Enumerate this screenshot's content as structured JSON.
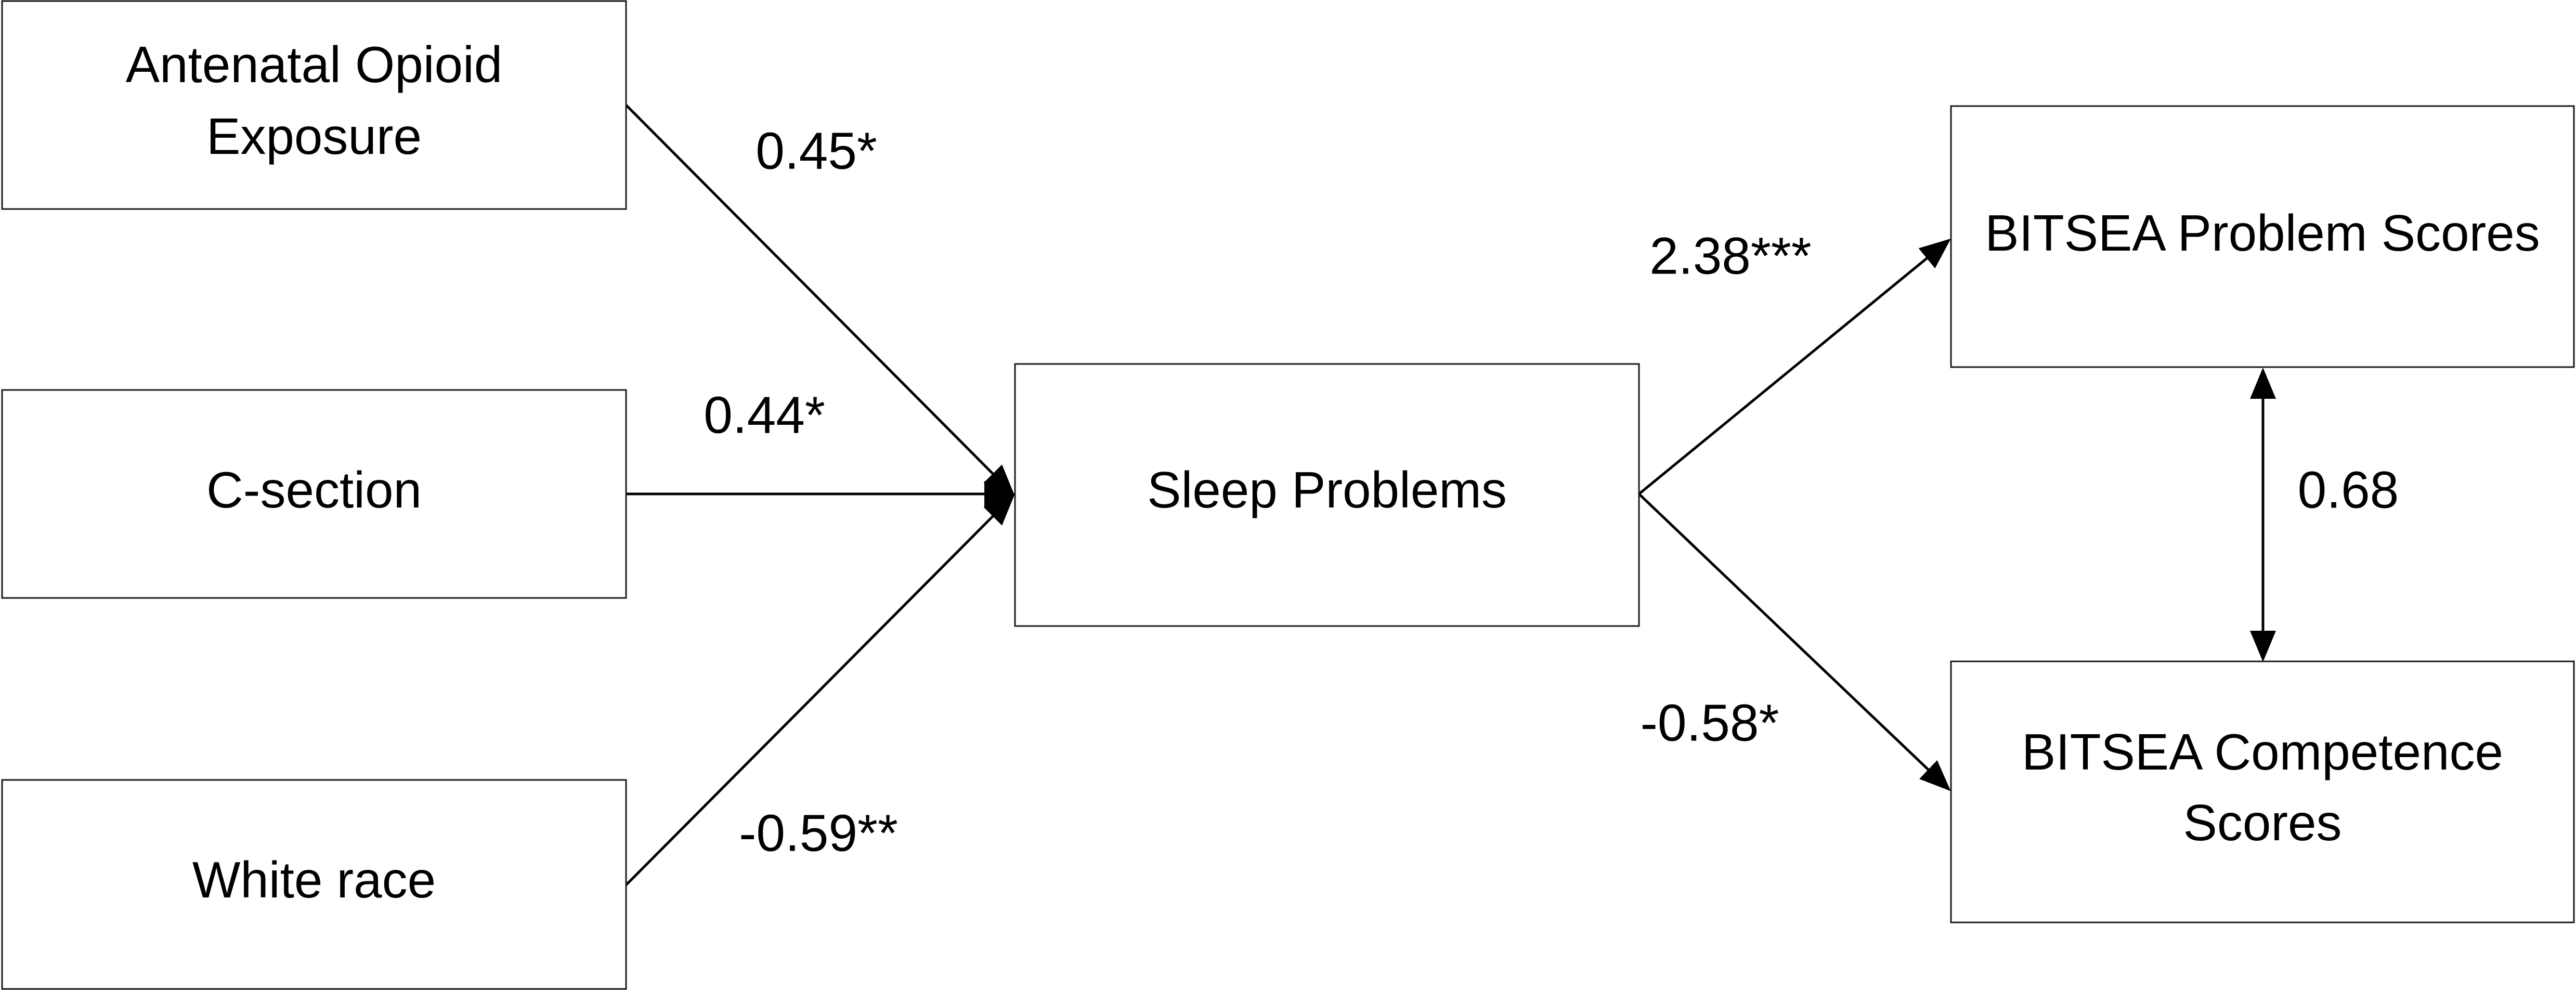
{
  "diagram": {
    "nodes": {
      "opioid": {
        "lines": [
          "Antenatal Opioid",
          "Exposure"
        ]
      },
      "csection": {
        "lines": [
          "C-section"
        ]
      },
      "white": {
        "lines": [
          "White race"
        ]
      },
      "sleep": {
        "lines": [
          "Sleep Problems"
        ]
      },
      "bitsea_problem": {
        "lines": [
          "BITSEA Problem Scores"
        ]
      },
      "bitsea_competence": {
        "lines": [
          "BITSEA Competence",
          "Scores"
        ]
      }
    },
    "edges": {
      "opioid_sleep": {
        "label": "0.45*"
      },
      "csection_sleep": {
        "label": "0.44*"
      },
      "white_sleep": {
        "label": "-0.59**"
      },
      "sleep_problem": {
        "label": "2.38***"
      },
      "sleep_competence": {
        "label": "-0.58*"
      },
      "problem_competence": {
        "label": "0.68"
      }
    }
  }
}
